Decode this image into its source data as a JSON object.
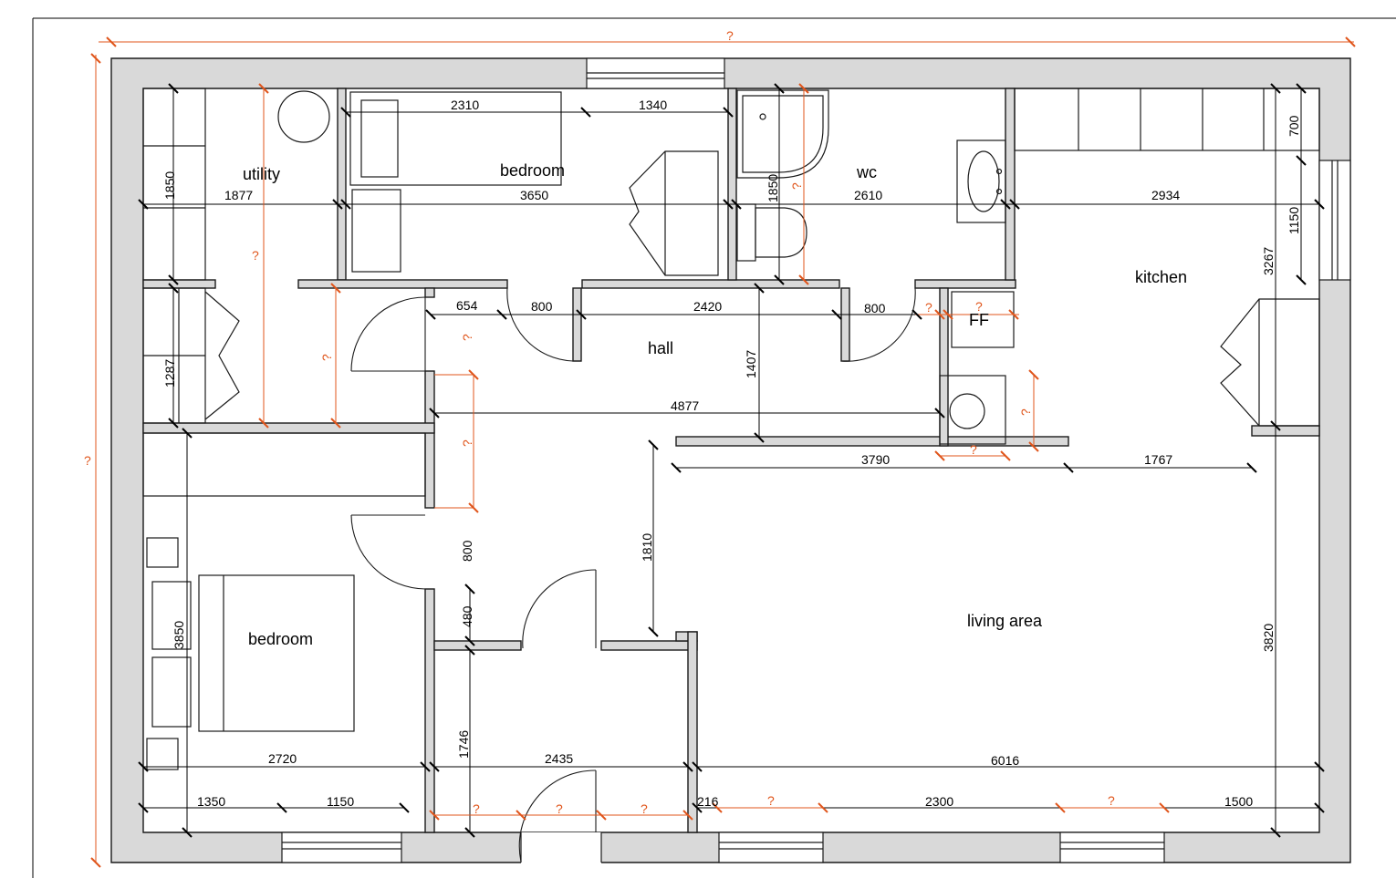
{
  "rooms": {
    "utility": "utility",
    "bedroom_top": "bedroom",
    "wc": "wc",
    "kitchen": "kitchen",
    "hall": "hall",
    "ff": "FF",
    "bedroom_bottom": "bedroom",
    "living": "living area"
  },
  "dims": {
    "overall_width": "?",
    "overall_height": "?",
    "utility_height_1850": "1850",
    "utility_width_1877": "1877",
    "utility_depth_q": "?",
    "bedroom_top_width_3650": "3650",
    "bed_top_2310": "2310",
    "bed_top_1340": "1340",
    "wc_width_2610": "2610",
    "wc_height_1850": "1850",
    "wc_q": "?",
    "kitchen_width_2934": "2934",
    "kitchen_700": "700",
    "kitchen_1150": "1150",
    "kitchen_3267": "3267",
    "hall_654": "654",
    "hall_800_left": "800",
    "hall_2420": "2420",
    "hall_800_right": "800",
    "hall_q_right": "?",
    "ff_q": "?",
    "hall_1407": "1407",
    "hall_4877": "4877",
    "cupboard_1287": "1287",
    "utility_q_mid": "?",
    "hall_q_a": "?",
    "hall_q_b": "?",
    "hall_800_vert": "800",
    "hall_480": "480",
    "living_3790": "3790",
    "living_1767": "1767",
    "washer_q_h": "?",
    "washer_q_v": "?",
    "living_1810": "1810",
    "living_3820": "3820",
    "living_6016": "6016",
    "bed_bottom_3850": "3850",
    "bed_bottom_2720": "2720",
    "bed_bottom_1350": "1350",
    "bed_bottom_1150": "1150",
    "entry_1746": "1746",
    "entry_2435": "2435",
    "entry_q1": "?",
    "entry_q2": "?",
    "entry_q3": "?",
    "bottom_216": "216",
    "bottom_q1": "?",
    "bottom_2300": "2300",
    "bottom_q2": "?",
    "bottom_1500": "1500"
  }
}
